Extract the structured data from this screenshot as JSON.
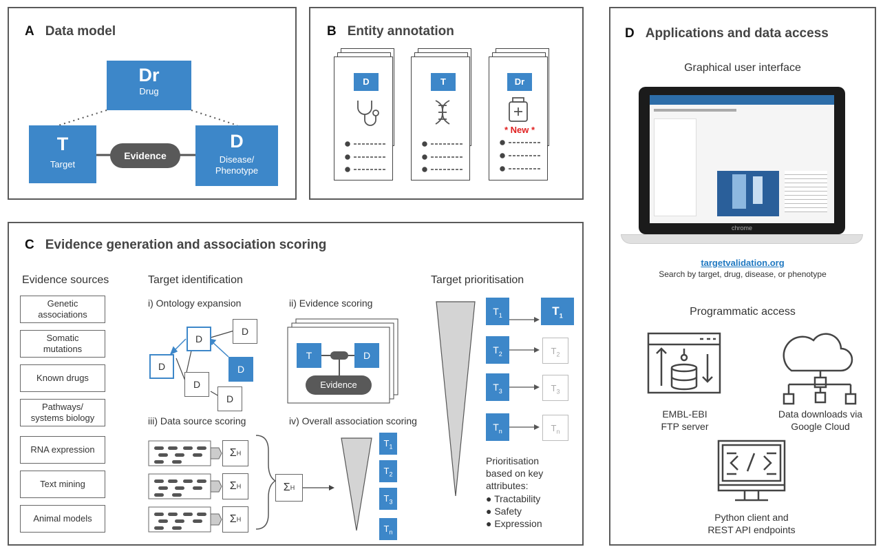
{
  "panel_a": {
    "letter": "A",
    "title": "Data model",
    "drug": {
      "abbr": "Dr",
      "label": "Drug"
    },
    "target": {
      "abbr": "T",
      "label": "Target"
    },
    "disease": {
      "abbr": "D",
      "label": "Disease/\nPhenotype"
    },
    "evidence": "Evidence"
  },
  "panel_b": {
    "letter": "B",
    "title": "Entity annotation",
    "cards": [
      {
        "abbr": "D",
        "icon": "stethoscope-icon"
      },
      {
        "abbr": "T",
        "icon": "dna-icon"
      },
      {
        "abbr": "Dr",
        "icon": "medicine-bottle-icon",
        "tag": "* New *"
      }
    ],
    "tag_color": "#e02020"
  },
  "panel_c": {
    "letter": "C",
    "title": "Evidence generation and association scoring",
    "sources_header": "Evidence sources",
    "sources": [
      "Genetic\nassociations",
      "Somatic\nmutations",
      "Known drugs",
      "Pathways/\nsystems biology",
      "RNA expression",
      "Text mining",
      "Animal models"
    ],
    "target_id_header": "Target identification",
    "ontology_title": "i) Ontology expansion",
    "ontology_node": "D",
    "evidence_scoring_title": "ii) Evidence scoring",
    "es_target": "T",
    "es_disease": "D",
    "es_evidence": "Evidence",
    "data_source_title": "iii) Data source scoring",
    "sigma": "Σ",
    "sigma_sub": "H",
    "overall_title": "iv) Overall association scoring",
    "overall_targets": [
      {
        "base": "T",
        "sub": "1"
      },
      {
        "base": "T",
        "sub": "2"
      },
      {
        "base": "T",
        "sub": "3"
      },
      {
        "base": "T",
        "sub": "n"
      }
    ],
    "prior_header": "Target prioritisation",
    "prior_targets": [
      {
        "base": "T",
        "sub": "1"
      },
      {
        "base": "T",
        "sub": "2"
      },
      {
        "base": "T",
        "sub": "3"
      },
      {
        "base": "T",
        "sub": "n"
      }
    ],
    "prior_text": "Prioritisation\nbased on key\nattributes:",
    "attributes": [
      "● Tractability",
      "● Safety",
      "● Expression"
    ]
  },
  "panel_d": {
    "letter": "D",
    "title": "Applications and data access",
    "gui_header": "Graphical user interface",
    "screen_brand": "chrome",
    "link": "targetvalidation.org",
    "link_desc": "Search by target, drug, disease, or phenotype",
    "prog_header": "Programmatic access",
    "ftp_label": "EMBL-EBI\nFTP server",
    "cloud_label": "Data downloads via\nGoogle Cloud",
    "api_label": "Python client and\nREST API endpoints",
    "link_color": "#1f78c1"
  },
  "colors": {
    "blue": "#3d87c9",
    "pill": "#595959",
    "border": "#5a5a5a"
  }
}
